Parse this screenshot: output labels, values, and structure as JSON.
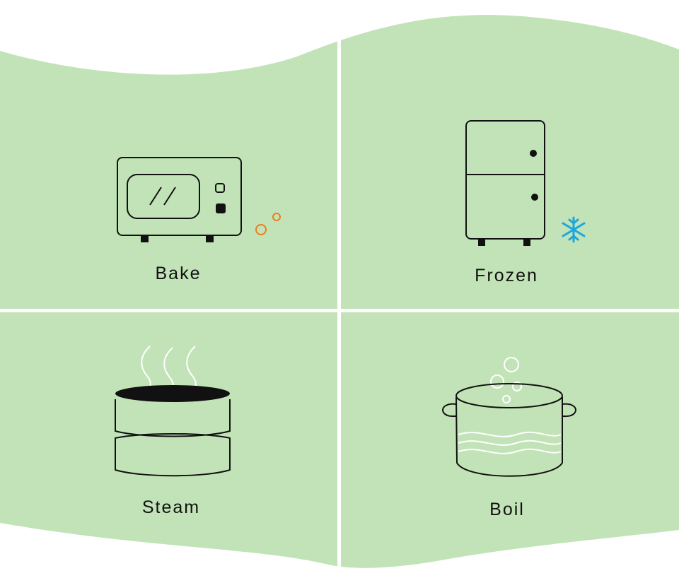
{
  "colors": {
    "background": "#ffffff",
    "panel_green": "#c2e3b7",
    "divider": "#ffffff",
    "outline": "#111111",
    "bake_accent": "#f07c1c",
    "frozen_accent": "#1aa7e0"
  },
  "tiles": [
    {
      "label": "Bake",
      "icon": "oven-icon"
    },
    {
      "label": "Frozen",
      "icon": "fridge-icon"
    },
    {
      "label": "Steam",
      "icon": "steamer-icon"
    },
    {
      "label": "Boil",
      "icon": "pot-icon"
    }
  ]
}
